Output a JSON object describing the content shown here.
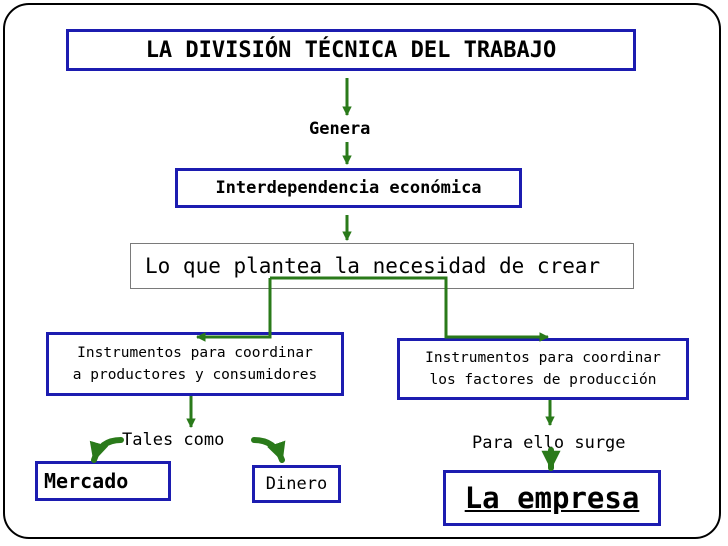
{
  "diagram": {
    "title": "LA DIVISIÓN TÉCNICA DEL TRABAJO",
    "genera": "Genera",
    "interdependencia": "Interdependencia económica",
    "plantea": "Lo que plantea la necesidad de crear",
    "instr_left": [
      "Instrumentos para coordinar",
      "a productores y consumidores"
    ],
    "instr_right": [
      "Instrumentos para coordinar",
      "los factores de producción"
    ],
    "tales_como": "Tales como",
    "mercado": "Mercado",
    "dinero": "Dinero",
    "para_ello": "Para ello surge",
    "empresa": "La empresa"
  },
  "colors": {
    "arrow_green": "#2a7a1a",
    "box_border": "#1c1cb0"
  }
}
